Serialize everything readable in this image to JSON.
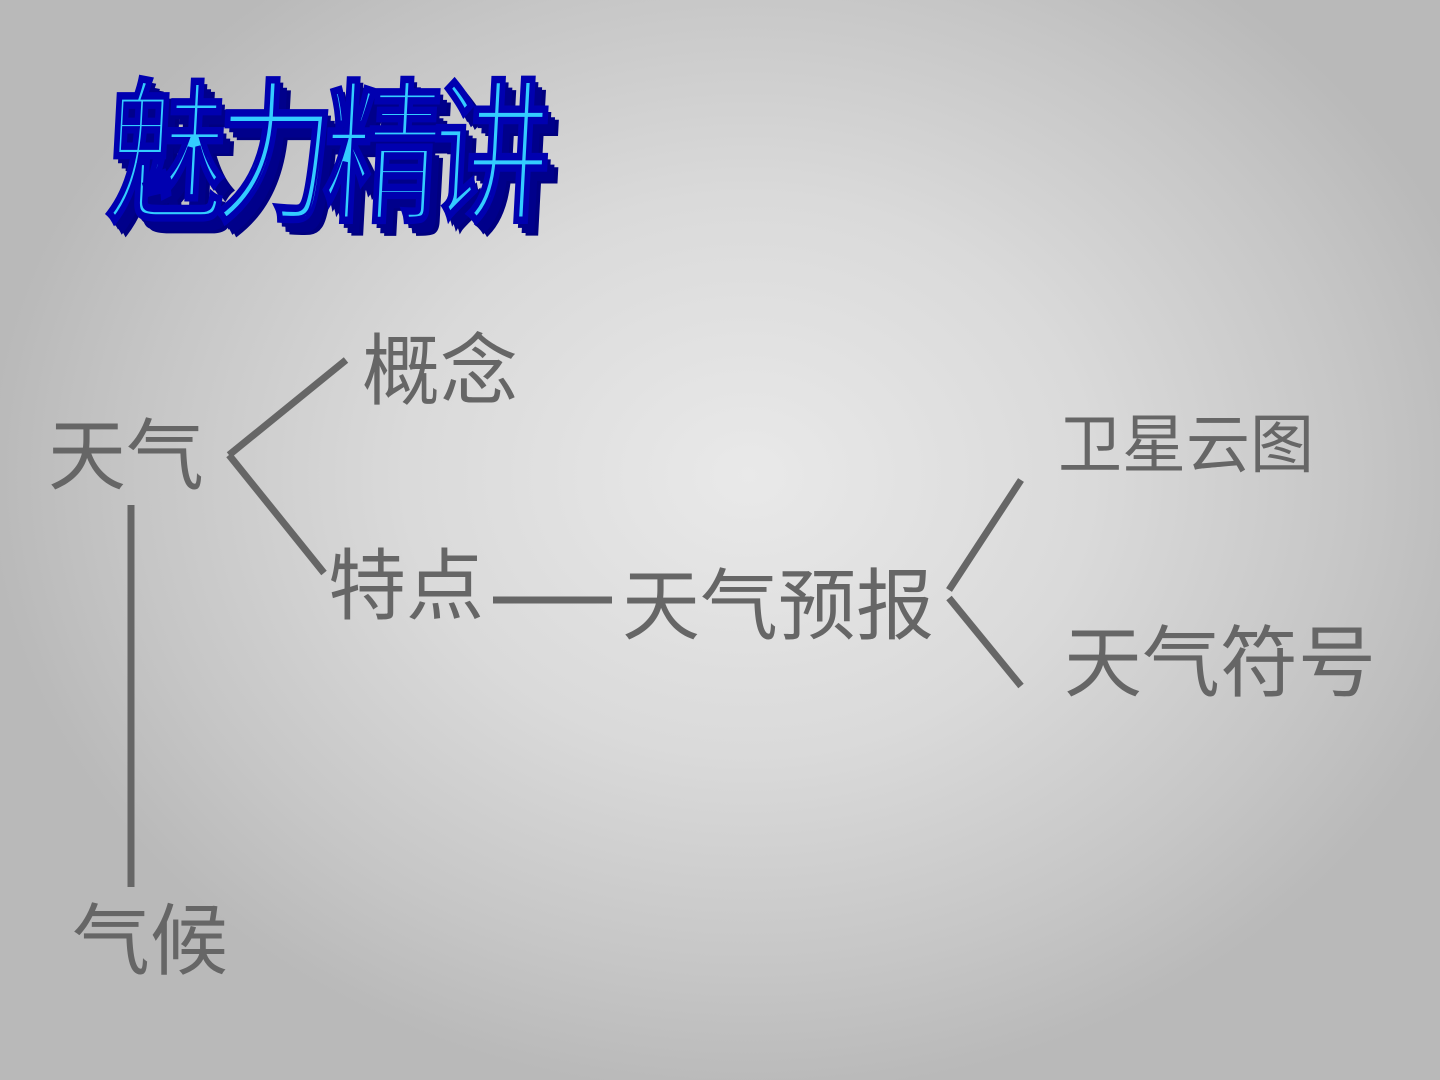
{
  "title": "魅力精讲",
  "nodes": {
    "weather": "天气",
    "concept": "概念",
    "features": "特点",
    "forecast": "天气预报",
    "satellite": "卫星云图",
    "symbols": "天气符号",
    "climate": "气候"
  },
  "colors": {
    "title_fill": "#33ccff",
    "title_shadow": "#00008b",
    "node_text": "#666666",
    "connector": "#666666"
  }
}
